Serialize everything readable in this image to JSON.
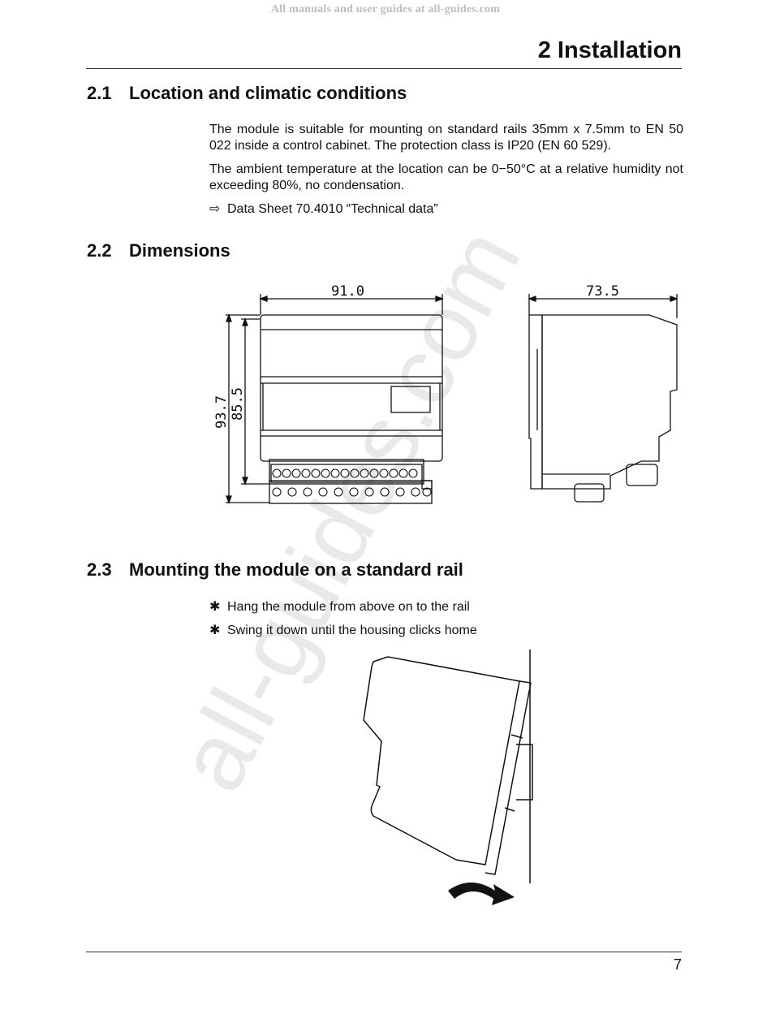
{
  "header": {
    "watermark": "All manuals and user guides at all-guides.com",
    "chapter_title": "2 Installation"
  },
  "watermark_diagonal": "all-guides.com",
  "sections": [
    {
      "number": "2.1",
      "title": "Location and climatic conditions",
      "paragraphs": [
        "The module is suitable for mounting on standard rails 35mm x 7.5mm to EN 50 022 inside a control cabinet. The protection class is IP20 (EN 60 529).",
        "The ambient temperature at the location can be 0−50°C at a relative humidity not exceeding 80%, no condensation."
      ],
      "reference": {
        "icon": "arrow-right-icon",
        "glyph": "⇨",
        "text": "Data Sheet 70.4010 “Technical data”"
      }
    },
    {
      "number": "2.2",
      "title": "Dimensions",
      "dimensions": {
        "width": "91.0",
        "depth": "73.5",
        "height_total": "93.7",
        "height_housing": "85.5"
      }
    },
    {
      "number": "2.3",
      "title": "Mounting the module on a standard rail",
      "steps": [
        {
          "glyph": "✱",
          "text": "Hang the module from above on to the rail"
        },
        {
          "glyph": "✱",
          "text": "Swing it down until the housing clicks home"
        }
      ]
    }
  ],
  "footer": {
    "page_number": "7"
  }
}
